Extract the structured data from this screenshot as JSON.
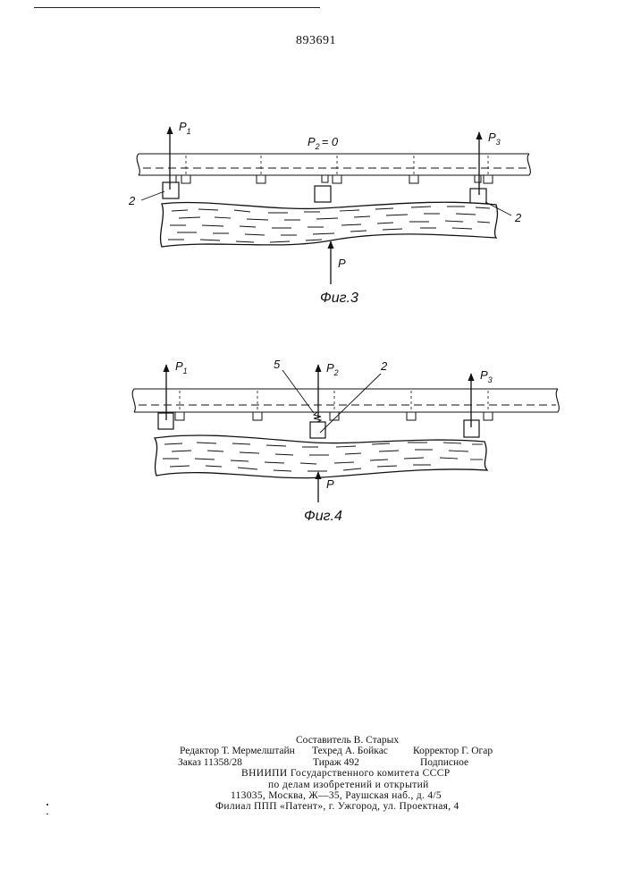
{
  "patent_number": "893691",
  "figures": [
    {
      "caption": "Фиг.3",
      "labels": {
        "p1": "P",
        "p1_sub": "1",
        "p2": "P",
        "p2_sub": "2",
        "p2_eq": "= 0",
        "p3": "P",
        "p3_sub": "3",
        "p": "P",
        "callout_left": "2",
        "callout_right": "2"
      }
    },
    {
      "caption": "Фиг.4",
      "labels": {
        "p1": "P",
        "p1_sub": "1",
        "p2": "P",
        "p2_sub": "2",
        "p3": "P",
        "p3_sub": "3",
        "p": "P",
        "callout_5": "5",
        "callout_2": "2"
      }
    }
  ],
  "imprint": {
    "compiler": "Составитель В. Старых",
    "editor": "Редактор Т. Мермелштайн",
    "techred": "Техред А. Бойкас",
    "corrector": "Корректор Г. Огар",
    "order": "Заказ 11358/28",
    "circulation": "Тираж 492",
    "subscription": "Подписное",
    "org_line1": "ВНИИПИ Государственного комитета СССР",
    "org_line2": "по делам изобретений и открытий",
    "address": "113035, Москва, Ж—35, Раушская наб., д. 4/5",
    "branch": "Филиал ППП «Патент», г. Ужгород, ул. Проектная, 4"
  }
}
